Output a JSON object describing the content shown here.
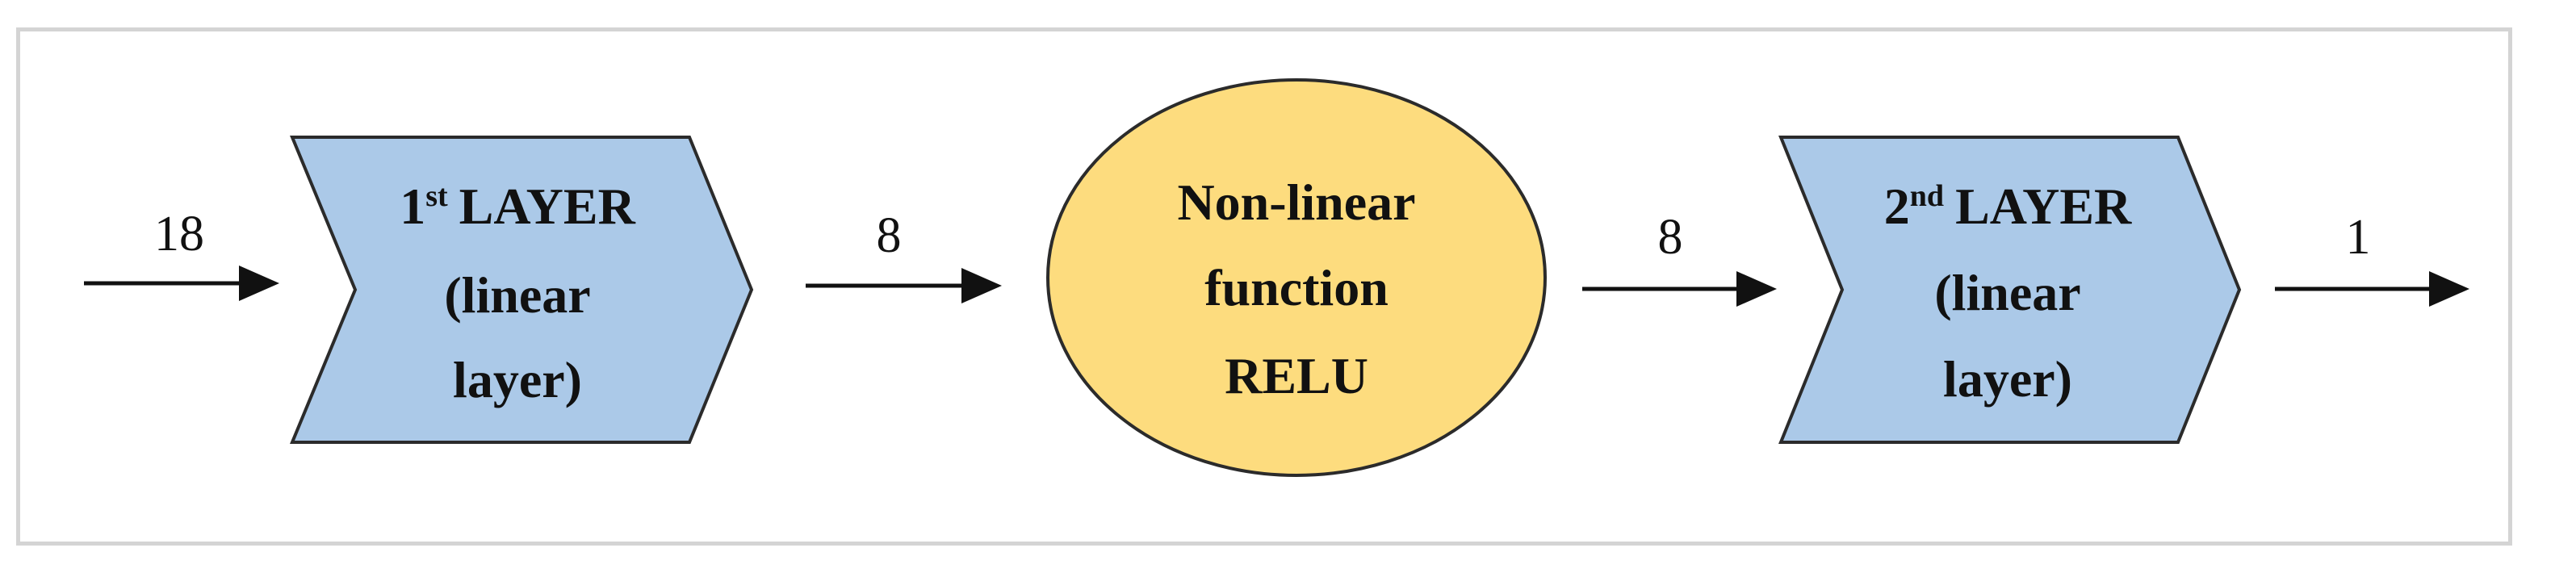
{
  "colors": {
    "layer_fill": "#abc9e8",
    "relu_fill": "#fddc7e",
    "stroke": "#2b2b2b",
    "frame_border": "#d4d4d4"
  },
  "edges": [
    {
      "id": "input",
      "label": "18"
    },
    {
      "id": "hidden-1",
      "label": "8"
    },
    {
      "id": "hidden-2",
      "label": "8"
    },
    {
      "id": "output",
      "label": "1"
    }
  ],
  "layer1": {
    "number": "1",
    "suffix": "st",
    "word": "LAYER",
    "line2": "(linear",
    "line3": "layer)"
  },
  "relu": {
    "line1": "Non-linear",
    "line2": "function",
    "line3": "RELU"
  },
  "layer2": {
    "number": "2",
    "suffix": "nd",
    "word": "LAYER",
    "line2": "(linear",
    "line3": "layer)"
  }
}
